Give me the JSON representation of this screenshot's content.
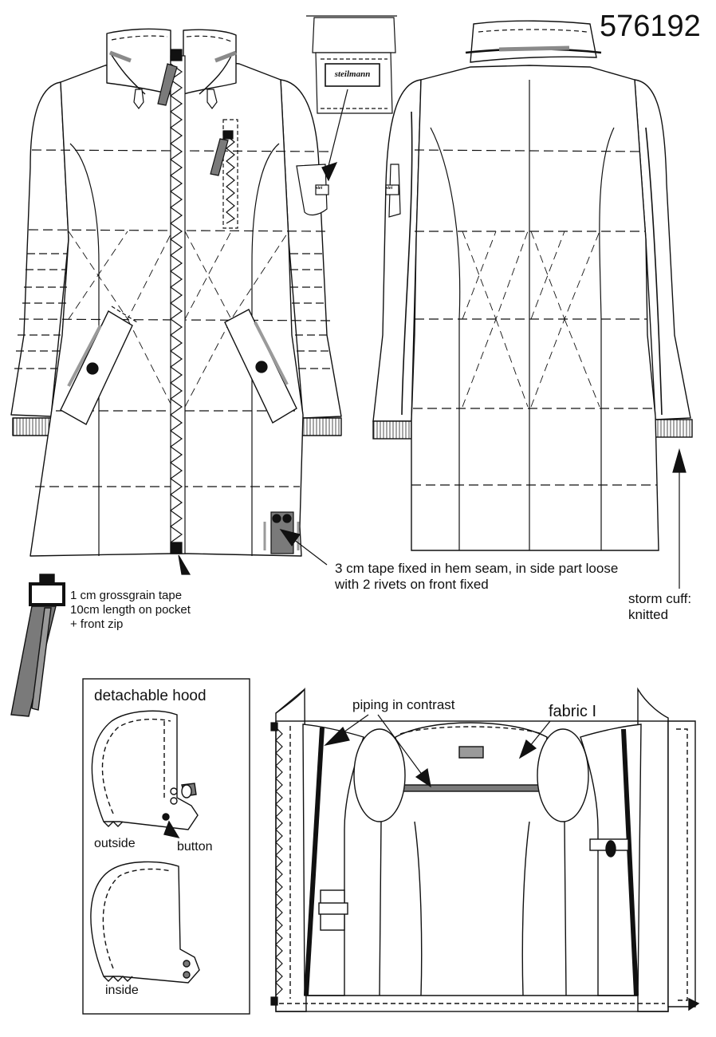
{
  "style_number": "576192",
  "brand_label": "steilmann",
  "brand_label_short": "stei",
  "annotations": {
    "hem_tape": "3 cm tape fixed in hem seam, in side part loose\nwith 2 rivets on front fixed",
    "grosgrain": "1 cm grossgrain tape\n10cm length on pocket\n+ front zip",
    "storm_cuff": "storm cuff:\nknitted",
    "piping": "piping in contrast",
    "fabric": "fabric I"
  },
  "hood": {
    "title": "detachable hood",
    "outside": "outside",
    "button": "button",
    "inside": "inside"
  },
  "colors": {
    "line": "#111111",
    "tape_grey": "#7a7a7a",
    "detail_grey": "#9a9a9a"
  }
}
